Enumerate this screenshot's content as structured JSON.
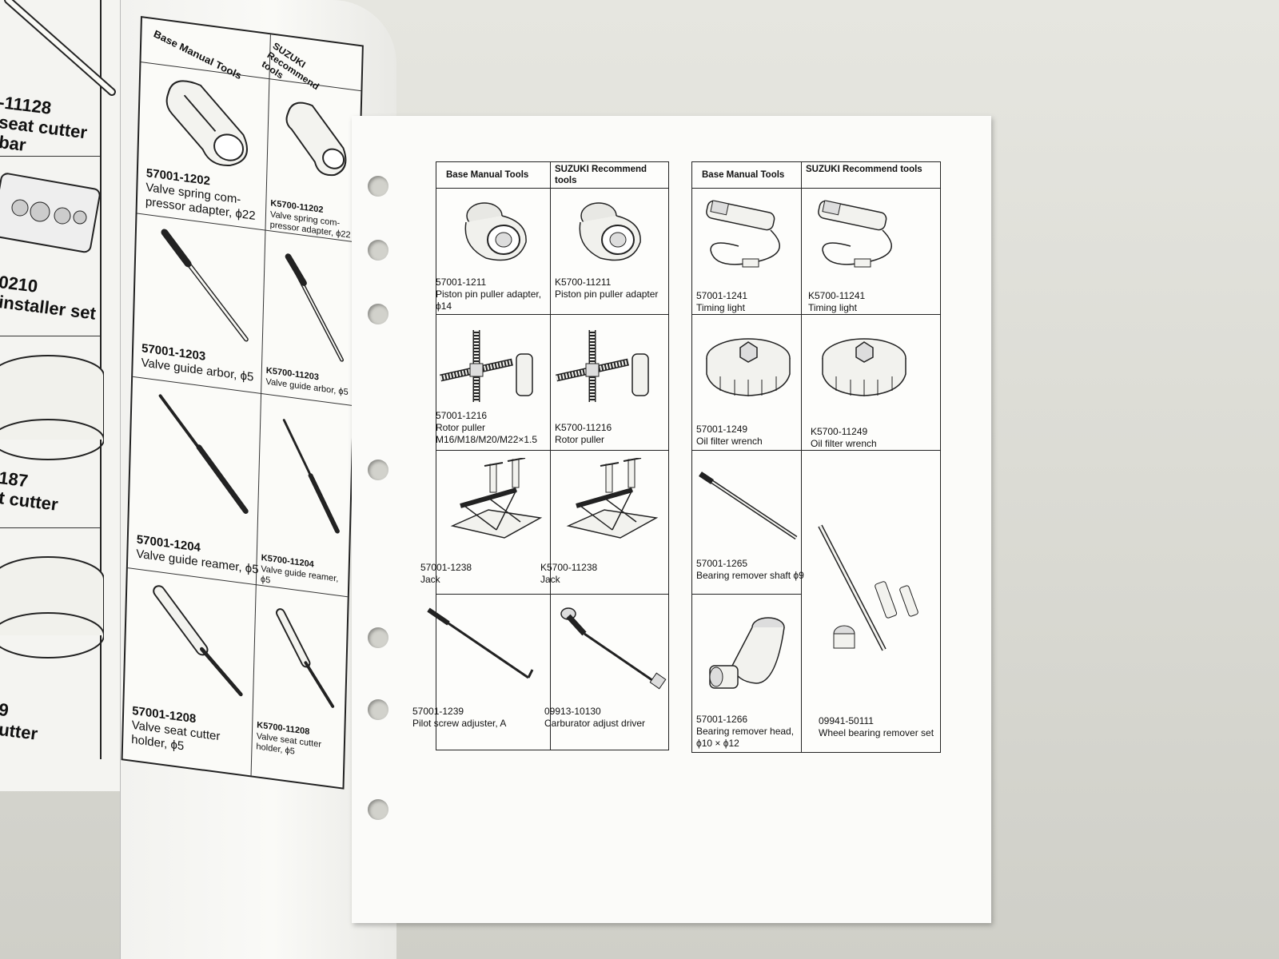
{
  "far_left": {
    "lines": [
      "-11128",
      "seat cutter",
      "bar",
      "0210",
      "installer set",
      "187",
      "t cutter",
      "9",
      "utter"
    ]
  },
  "left_table": {
    "header_base": "Base Manual Tools",
    "header_suzuki": "SUZUKI Recommend tools",
    "rows": [
      {
        "base_code": "57001-1202",
        "base_name": "Valve spring com- pressor adapter, ϕ22",
        "suz_code": "K5700-11202",
        "suz_name": "Valve spring com- pressor adapter, ϕ22"
      },
      {
        "base_code": "57001-1203",
        "base_name": "Valve guide arbor, ϕ5",
        "suz_code": "K5700-11203",
        "suz_name": "Valve guide arbor, ϕ5"
      },
      {
        "base_code": "57001-1204",
        "base_name": "Valve guide reamer, ϕ5",
        "suz_code": "K5700-11204",
        "suz_name": "Valve guide reamer, ϕ5"
      },
      {
        "base_code": "57001-1208",
        "base_name": "Valve seat cutter holder, ϕ5",
        "suz_code": "K5700-11208",
        "suz_name": "Valve seat cutter holder, ϕ5"
      }
    ]
  },
  "table_middle": {
    "header_base": "Base Manual Tools",
    "header_suzuki": "SUZUKI Recommend tools",
    "rows": [
      {
        "base_code": "57001-1211",
        "base_name": "Piston pin puller adapter, ϕ14",
        "suz_code": "K5700-11211",
        "suz_name": "Piston pin puller adapter"
      },
      {
        "base_code": "57001-1216",
        "base_name": "Rotor puller M16/M18/M20/M22×1.5",
        "suz_code": "K5700-11216",
        "suz_name": "Rotor puller"
      },
      {
        "base_code": "57001-1238",
        "base_name": "Jack",
        "suz_code": "K5700-11238",
        "suz_name": "Jack"
      },
      {
        "base_code": "57001-1239",
        "base_name": "Pilot screw adjuster, A",
        "suz_code": "09913-10130",
        "suz_name": "Carburator adjust driver"
      }
    ]
  },
  "table_right": {
    "header_base": "Base Manual Tools",
    "header_suzuki": "SUZUKI Recommend tools",
    "rows": [
      {
        "base_code": "57001-1241",
        "base_name": "Timing light",
        "suz_code": "K5700-11241",
        "suz_name": "Timing light"
      },
      {
        "base_code": "57001-1249",
        "base_name": "Oil filter wrench",
        "suz_code": "K5700-11249",
        "suz_name": "Oil filter wrench"
      },
      {
        "base_code": "57001-1265",
        "base_name": "Bearing remover shaft ϕ9",
        "suz_code": "",
        "suz_name": ""
      },
      {
        "base_code": "57001-1266",
        "base_name": "Bearing remover head, ϕ10 × ϕ12",
        "suz_code": "09941-50111",
        "suz_name": "Wheel bearing remover set"
      }
    ]
  },
  "colors": {
    "paper": "#fbfbf9",
    "ink": "#111111",
    "background": "#dcdcd6"
  },
  "icons": [
    "piston-pin-puller-icon",
    "rotor-puller-icon",
    "jack-icon",
    "pilot-screw-adjuster-icon",
    "timing-light-icon",
    "oil-filter-wrench-icon",
    "bearing-remover-shaft-icon",
    "bearing-remover-head-icon",
    "valve-spring-compressor-icon",
    "valve-guide-arbor-icon",
    "valve-guide-reamer-icon",
    "valve-seat-cutter-holder-icon"
  ]
}
